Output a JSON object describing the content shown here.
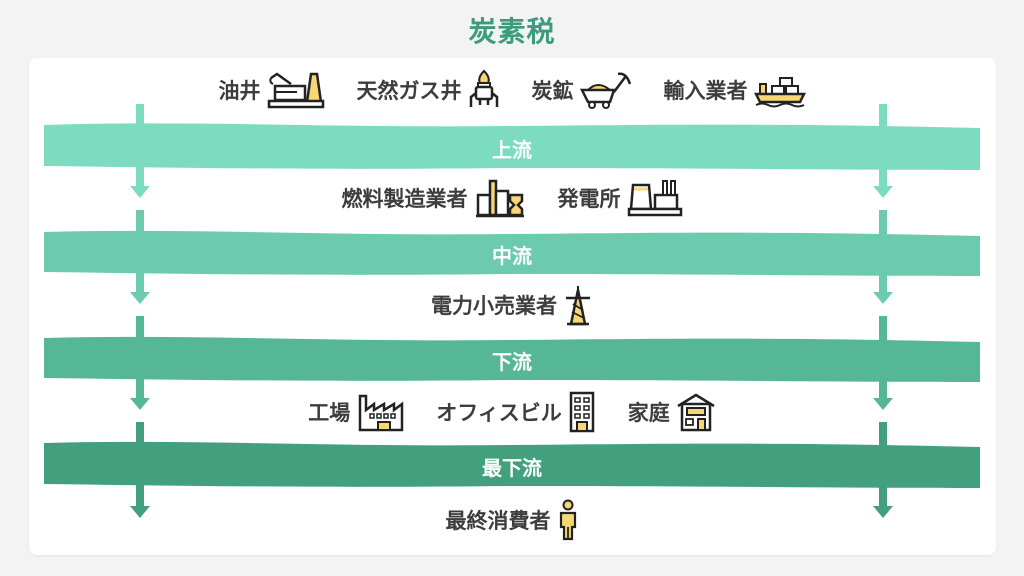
{
  "title": "炭素税",
  "colors": {
    "title": "#3b9b7c",
    "upstream": "#7ddcbf",
    "midstream": "#6ccbaf",
    "downstream": "#56b797",
    "most_downstream": "#43a07f",
    "icon_fill": "#f7d774",
    "icon_stroke": "#222222",
    "text": "#3d3d3d"
  },
  "stages": [
    {
      "label": "上流"
    },
    {
      "label": "中流"
    },
    {
      "label": "下流"
    },
    {
      "label": "最下流"
    }
  ],
  "rows": [
    {
      "items": [
        {
          "label": "油井",
          "icon": "oil-well-icon"
        },
        {
          "label": "天然ガス井",
          "icon": "gas-well-icon"
        },
        {
          "label": "炭鉱",
          "icon": "coal-mine-icon"
        },
        {
          "label": "輸入業者",
          "icon": "cargo-ship-icon"
        }
      ]
    },
    {
      "items": [
        {
          "label": "燃料製造業者",
          "icon": "refinery-icon"
        },
        {
          "label": "発電所",
          "icon": "power-plant-icon"
        }
      ]
    },
    {
      "items": [
        {
          "label": "電力小売業者",
          "icon": "transmission-tower-icon"
        }
      ]
    },
    {
      "items": [
        {
          "label": "工場",
          "icon": "factory-icon"
        },
        {
          "label": "オフィスビル",
          "icon": "office-building-icon"
        },
        {
          "label": "家庭",
          "icon": "house-icon"
        }
      ]
    },
    {
      "items": [
        {
          "label": "最終消費者",
          "icon": "person-icon"
        }
      ]
    }
  ]
}
